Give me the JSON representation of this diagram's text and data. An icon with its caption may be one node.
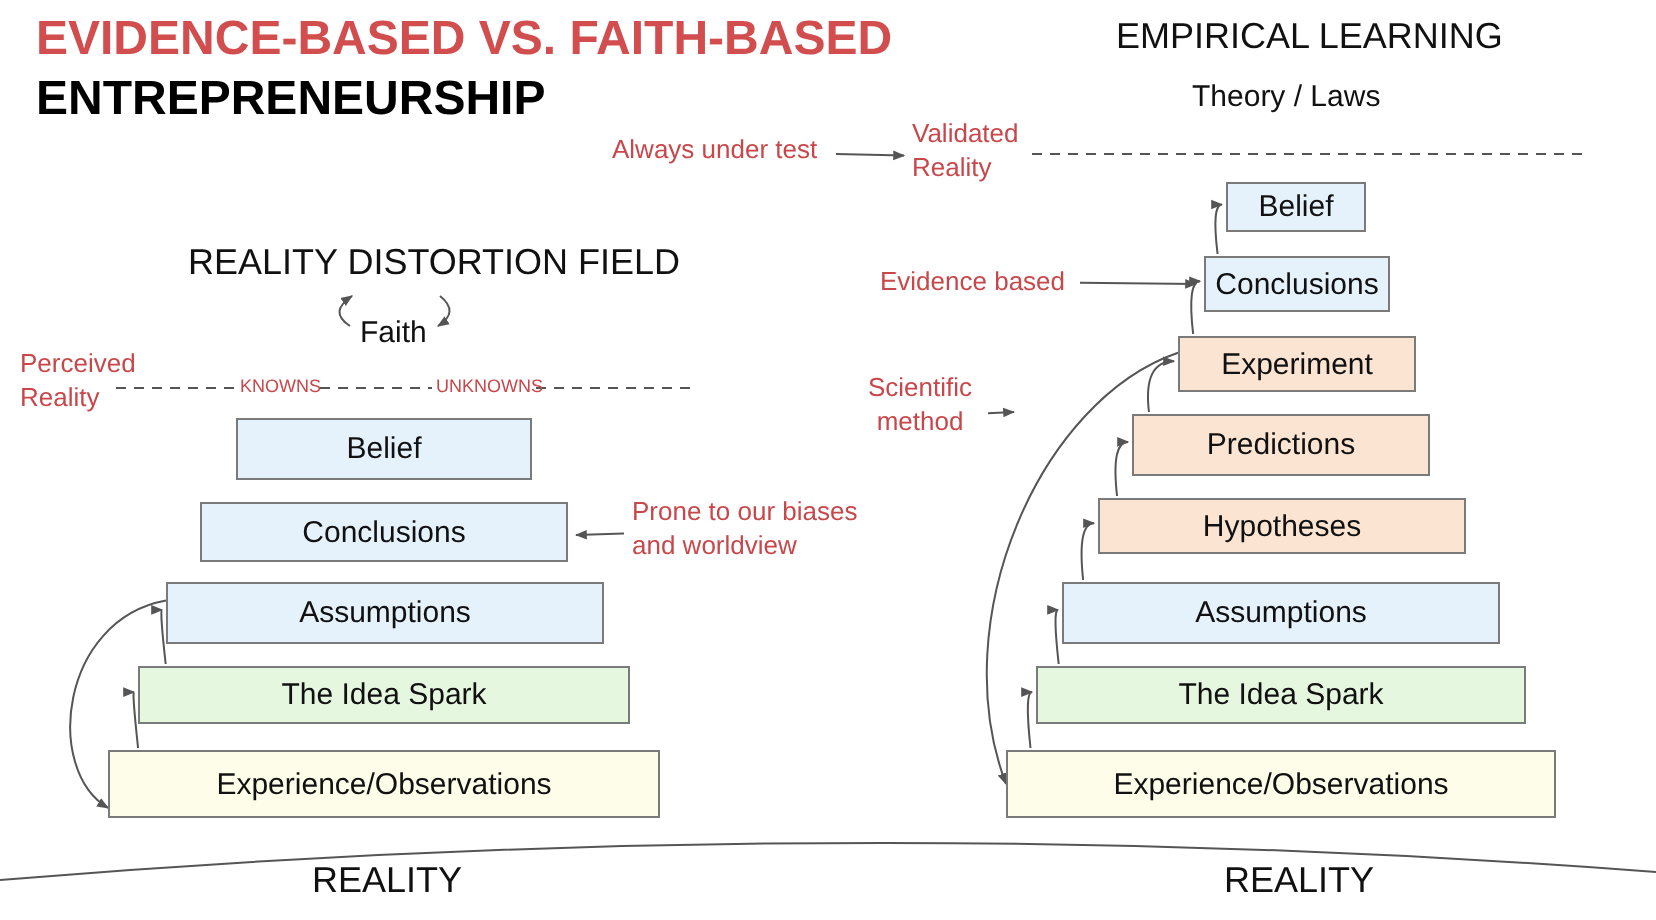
{
  "diagram": {
    "title": "EVIDENCE-BASED VS. FAITH-BASED",
    "nodes": [
      {
        "text": [
          "Belief"
        ]
      },
      {
        "text": [
          "Conclusions"
        ]
      },
      {
        "text": [
          "Assumptions"
        ]
      },
      {
        "text": [
          "The Idea Spark"
        ]
      },
      {
        "text": [
          "Experience/Observations"
        ]
      },
      {
        "text": [
          "Prone to our biases and worldview"
        ]
      },
      {
        "text": [
          "Always under test"
        ]
      },
      {
        "text": [
          "Validated Reality"
        ]
      },
      {
        "text": [
          "Evidence based"
        ]
      },
      {
        "text": [
          "Scientific method"
        ]
      },
      {
        "text": [
          "Belief"
        ]
      },
      {
        "text": [
          "Conclusions"
        ]
      },
      {
        "text": [
          "Experiment"
        ]
      },
      {
        "text": [
          "Predictions"
        ]
      },
      {
        "text": [
          "Hypotheses"
        ]
      },
      {
        "text": [
          "Assumptions"
        ]
      },
      {
        "text": [
          "The Idea Spark"
        ]
      },
      {
        "text": [
          "Experience/Observations"
        ]
      }
    ],
    "edges": [
      {
        "from": 4,
        "to": 3,
        "arrow": "to"
      },
      {
        "from": 3,
        "to": 2,
        "arrow": "to"
      },
      {
        "from": 2,
        "to": 4,
        "arrow": "to"
      },
      {
        "from": 5,
        "to": 1,
        "arrow": "to"
      },
      {
        "from": 6,
        "to": 7,
        "arrow": "to"
      },
      {
        "from": 8,
        "to": 11,
        "arrow": "to"
      },
      {
        "from": 9,
        "to": null,
        "arrow": "to"
      },
      {
        "from": 17,
        "to": 16,
        "arrow": "to"
      },
      {
        "from": 16,
        "to": 15,
        "arrow": "to"
      },
      {
        "from": 15,
        "to": 14,
        "arrow": "to"
      },
      {
        "from": 14,
        "to": 13,
        "arrow": "to"
      },
      {
        "from": 13,
        "to": 12,
        "arrow": "to"
      },
      {
        "from": 12,
        "to": 11,
        "arrow": "to"
      },
      {
        "from": 11,
        "to": 10,
        "arrow": "to"
      },
      {
        "from": 12,
        "to": 17,
        "arrow": "to"
      }
    ],
    "labels": [
      "ENTREPRENEURSHIP",
      "EMPIRICAL LEARNING",
      "Theory / Laws",
      "REALITY DISTORTION FIELD",
      "Faith",
      "Perceived Reality",
      "KNOWNS",
      "UNKNOWNS",
      "REALITY",
      "REALITY"
    ]
  }
}
